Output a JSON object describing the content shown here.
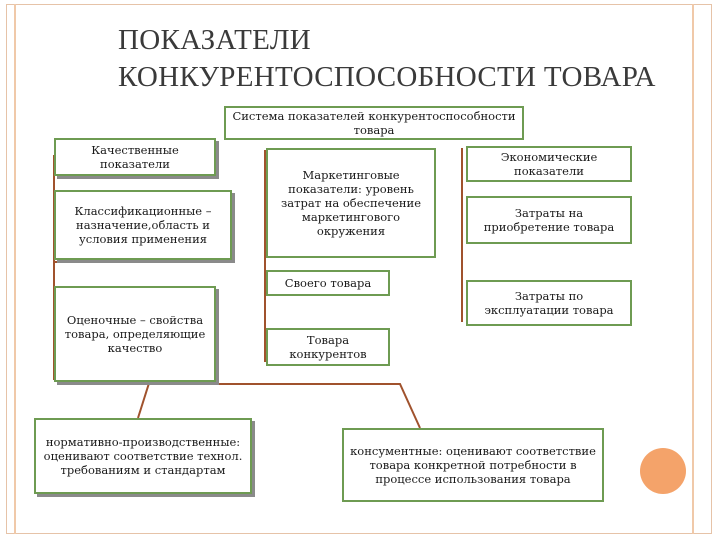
{
  "title": {
    "line1": "ПОКАЗАТЕЛИ",
    "line2": "КОНКУРЕНТОСПОСОБНОСТИ ТОВАРА"
  },
  "boxes": {
    "system": "Система показателей конкурентоспособности товара",
    "quality": "Качественные показатели",
    "classification": "Классификационные – назначение,область и условия применения",
    "evaluative": "Оценочные – свойства товара, определяющие качество",
    "normative": "нормативно-производственные: оценивают соответствие технол. требованиям и стандартам",
    "marketing": "Маркетинговые показатели: уровень затрат на обеспечение маркетингового окружения",
    "own_goods": "Своего товара",
    "competitor_goods": "Товара конкурентов",
    "economic": "Экономические показатели",
    "acquisition": "Затраты на приобретение товара",
    "operation": "Затраты по эксплуатации товара",
    "consumer": "консументные: оценивают соответствие товара конкретной потребности в процессе использования товара"
  },
  "colors": {
    "box_border": "#6e9b52",
    "connector": "#a0522d",
    "accent_circle": "#f4a36a",
    "frame": "#e6c3a8"
  }
}
